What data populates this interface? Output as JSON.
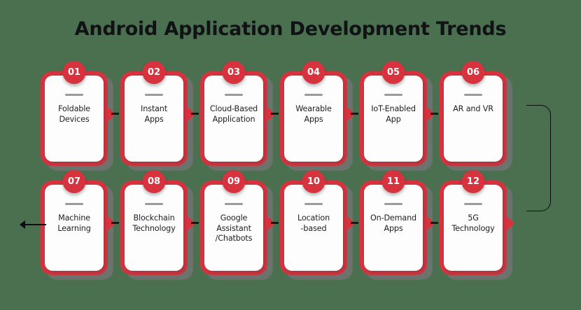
{
  "title": "Android Application Development Trends",
  "colors": {
    "background": "#4a7050",
    "accent_red": "#d6333f",
    "card_white": "#fdfdfd",
    "shadow_grey": "#757575",
    "text_dark": "#1d1e22",
    "connector_black": "#0c0d10"
  },
  "rows": {
    "top": [
      {
        "number": "01",
        "label": "Foldable\nDevices"
      },
      {
        "number": "02",
        "label": "Instant\nApps"
      },
      {
        "number": "03",
        "label": "Cloud-Based\nApplication"
      },
      {
        "number": "04",
        "label": "Wearable\nApps"
      },
      {
        "number": "05",
        "label": "IoT-Enabled\nApp"
      },
      {
        "number": "06",
        "label": "AR and VR"
      }
    ],
    "bottom": [
      {
        "number": "07",
        "label": "Machine\nLearning"
      },
      {
        "number": "08",
        "label": "Blockchain\nTechnology"
      },
      {
        "number": "09",
        "label": "Google\nAssistant\n/Chatbots"
      },
      {
        "number": "10",
        "label": "Location\n-based"
      },
      {
        "number": "11",
        "label": "On-Demand\nApps"
      },
      {
        "number": "12",
        "label": "5G\nTechnology"
      }
    ]
  }
}
